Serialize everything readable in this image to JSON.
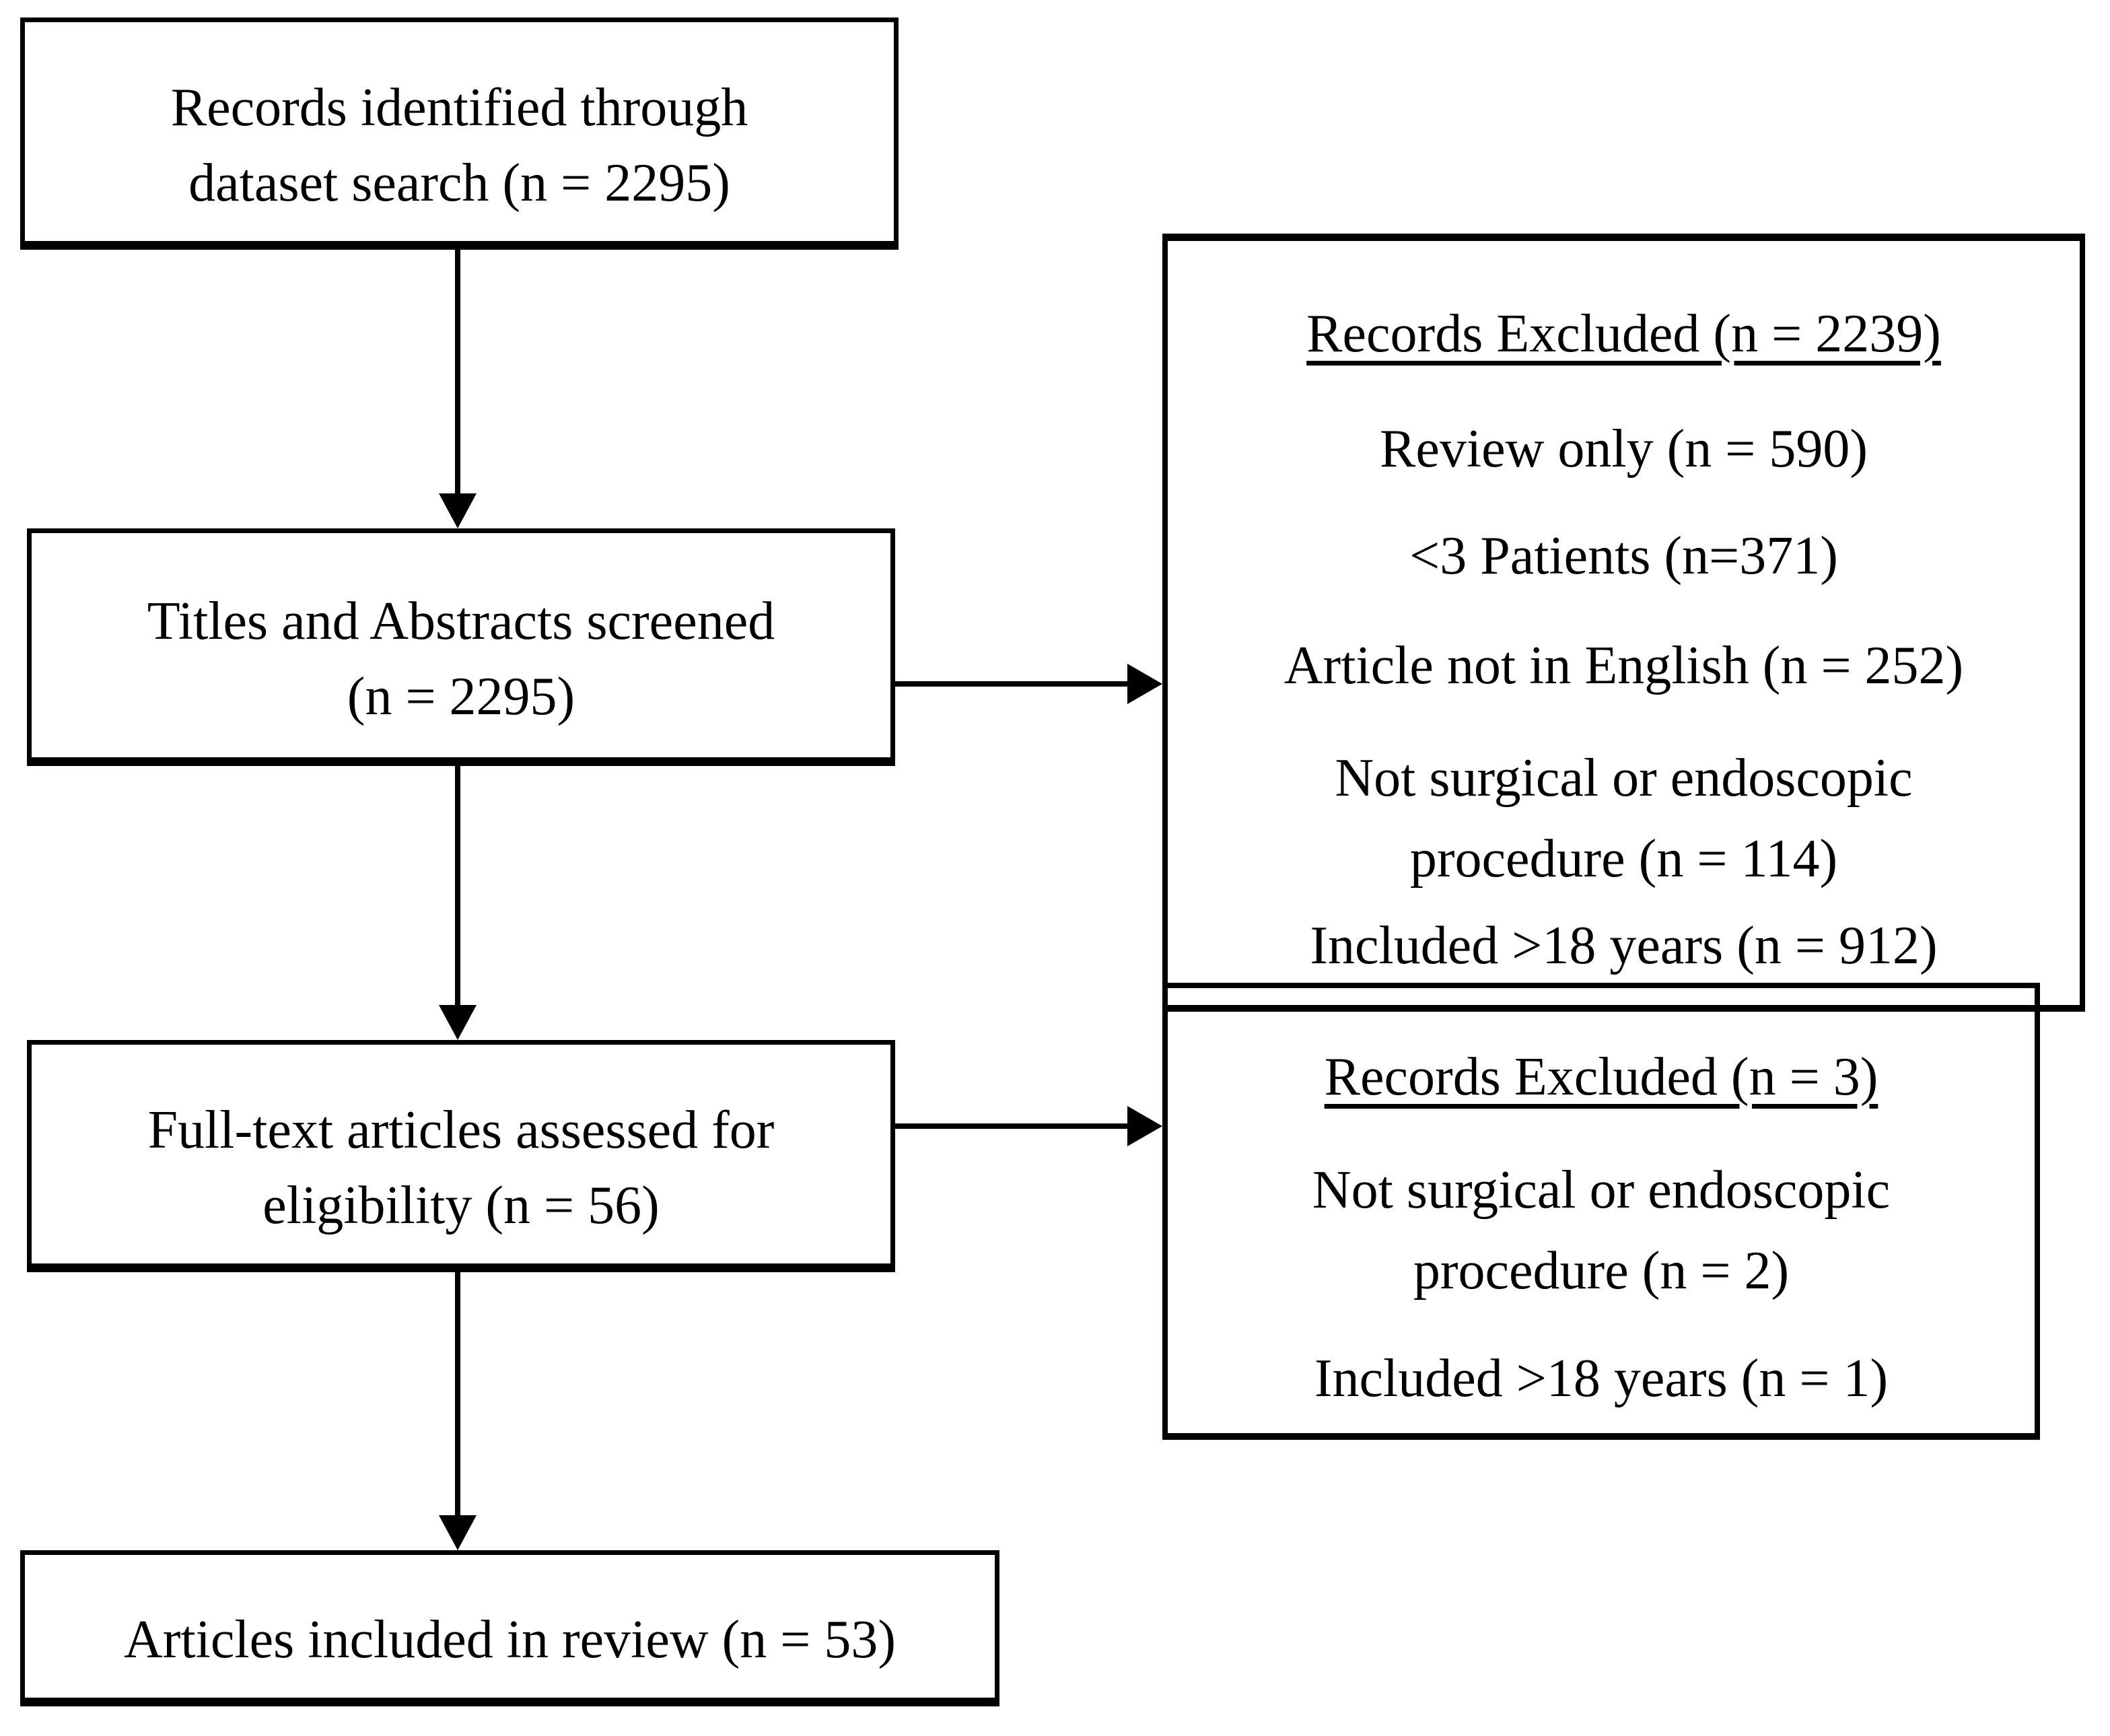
{
  "colors": {
    "ink": "#000000",
    "paper": "#ffffff"
  },
  "boxes": {
    "identified": {
      "lines": [
        "Records identified through",
        "dataset search (n = 2295)"
      ]
    },
    "screened": {
      "lines": [
        "Titles and Abstracts screened",
        "(n = 2295)"
      ]
    },
    "fulltext": {
      "lines": [
        "Full-text articles assessed for",
        "eligibility (n = 56)"
      ]
    },
    "included": {
      "lines": [
        "Articles included in review (n = 53)"
      ]
    },
    "excluded_screening": {
      "title": "Records Excluded (n = 2239)",
      "items": [
        {
          "lines": [
            "Review only (n = 590)"
          ]
        },
        {
          "lines": [
            "<3 Patients (n=371)"
          ]
        },
        {
          "lines": [
            "Article not in English (n = 252)"
          ]
        },
        {
          "lines": [
            "Not surgical or endoscopic",
            "procedure (n = 114)"
          ]
        },
        {
          "lines": [
            "Included >18 years (n = 912)"
          ]
        }
      ]
    },
    "excluded_fulltext": {
      "title": "Records Excluded (n = 3)",
      "items": [
        {
          "lines": [
            "Not surgical or endoscopic",
            "procedure (n = 2)"
          ]
        },
        {
          "lines": [
            "Included >18 years (n = 1)"
          ]
        }
      ]
    }
  }
}
